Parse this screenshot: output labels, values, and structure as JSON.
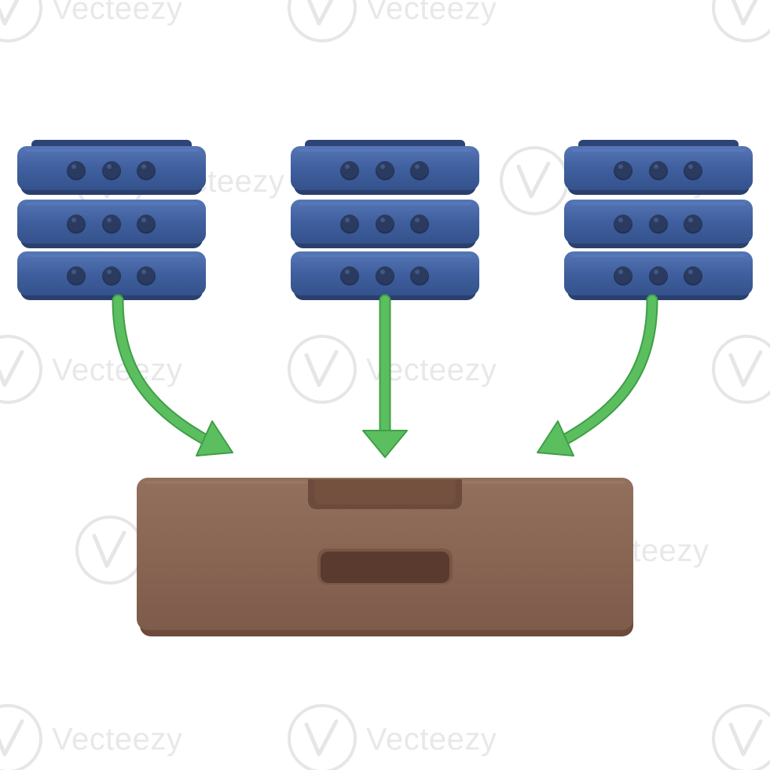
{
  "illustration": {
    "servers": [
      {
        "id": "left",
        "unit_count": 3,
        "lights_per_unit": 3
      },
      {
        "id": "center",
        "unit_count": 3,
        "lights_per_unit": 3
      },
      {
        "id": "right",
        "unit_count": 3,
        "lights_per_unit": 3
      }
    ],
    "arrows": [
      {
        "id": "left",
        "direction": "down-right"
      },
      {
        "id": "center",
        "direction": "down"
      },
      {
        "id": "right",
        "direction": "down-left"
      }
    ],
    "target": "storage-tray"
  },
  "colors": {
    "server_body": "#3f5f9e",
    "server_top": "#2c4476",
    "server_shadow": "#2a3f6c",
    "server_highlight": "#5a7cbf",
    "server_light": "#2b3b60",
    "arrow": "#5bbf5f",
    "arrow_dark": "#3f9e47",
    "tray_body": "#8a6553",
    "tray_dark": "#6c4a3c",
    "tray_slot": "#5a3a2e",
    "tray_highlight": "#9c7665"
  },
  "watermark": {
    "text": "Vecteezy",
    "icon": "vecteezy-logo-icon"
  }
}
